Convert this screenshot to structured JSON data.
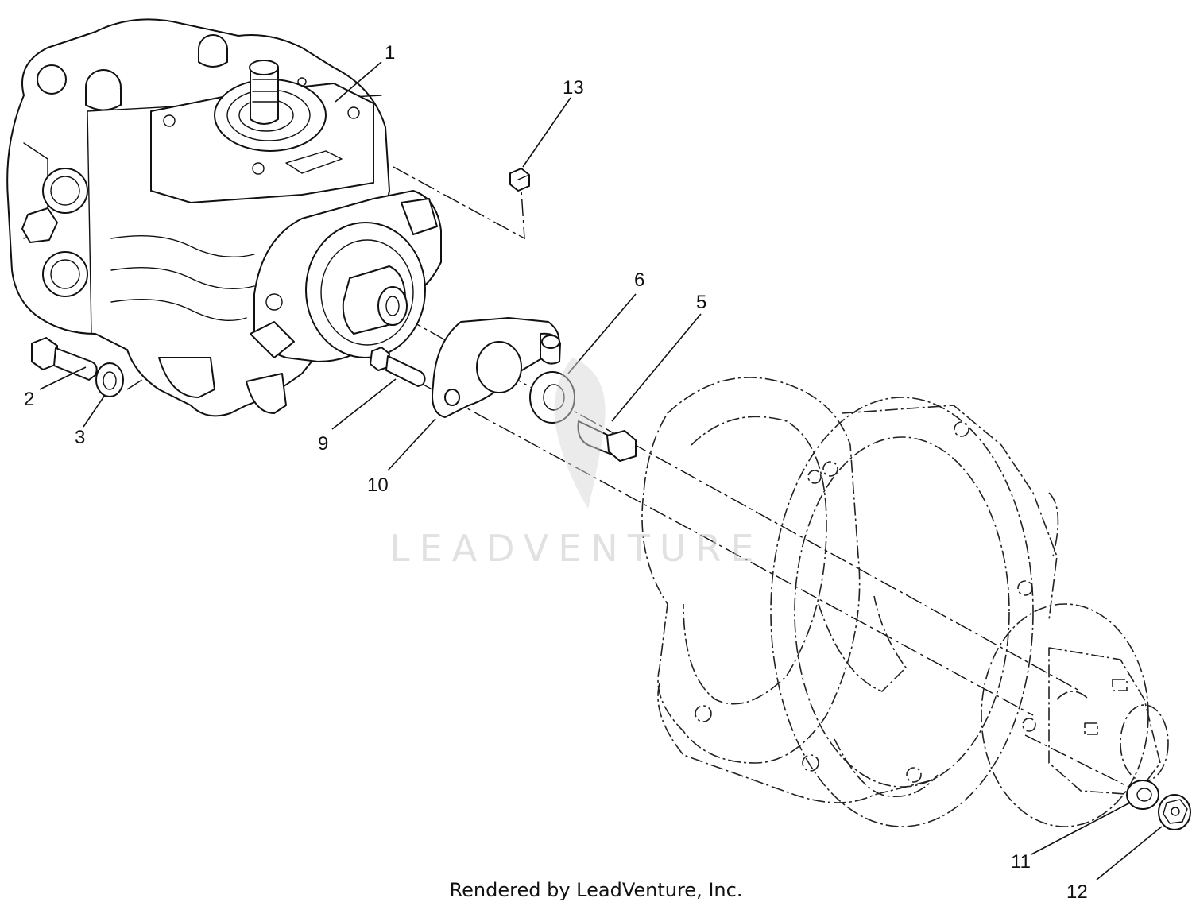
{
  "callouts": {
    "c1": "1",
    "c2": "2",
    "c3": "3",
    "c5": "5",
    "c6": "6",
    "c9": "9",
    "c10": "10",
    "c11": "11",
    "c12": "12",
    "c13": "13"
  },
  "watermark": "LEADVENTURE",
  "footer": "Rendered by LeadVenture, Inc."
}
